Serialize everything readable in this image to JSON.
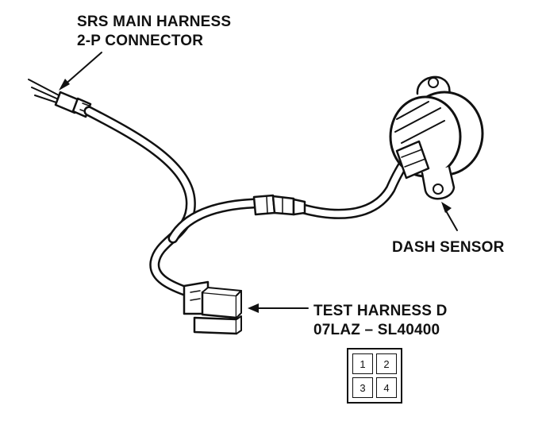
{
  "labels": {
    "srs_line1": "SRS MAIN HARNESS",
    "srs_line2": "2-P CONNECTOR",
    "dash_sensor": "DASH SENSOR",
    "test_line1": "TEST HARNESS D",
    "test_line2": "07LAZ – SL40400"
  },
  "pins": [
    "1",
    "2",
    "3",
    "4"
  ]
}
